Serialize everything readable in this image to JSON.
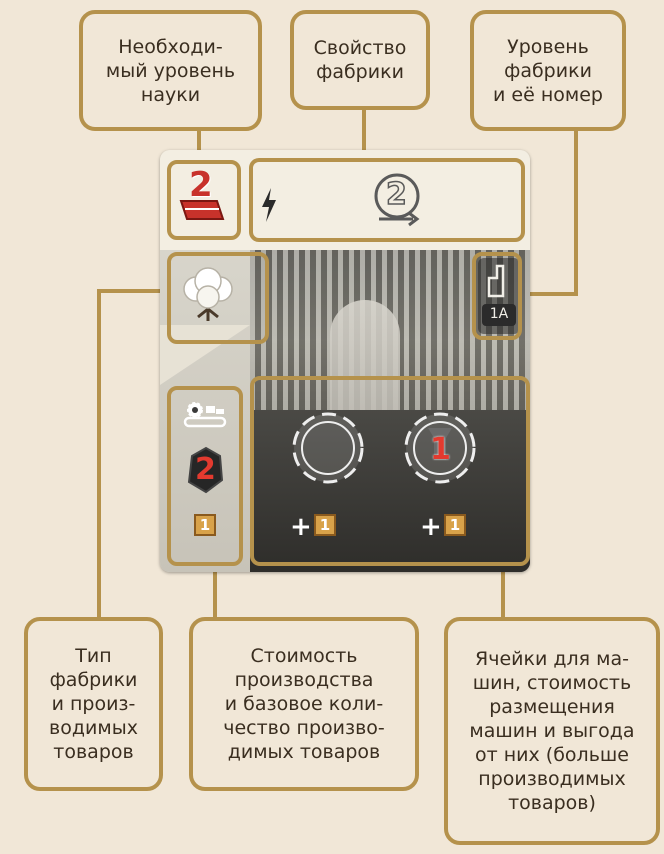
{
  "labels": {
    "science": "Необходи-\nмый уровень\nнауки",
    "property": "Свойство\nфабрики",
    "level": "Уровень\nфабрики\nи её номер",
    "type": "Тип\nфабрики\nи произ-\nводимых\nтоваров",
    "cost": "Стоимость\nпроизводства\nи базовое коли-\nчество произво-\nдимых товаров",
    "slots": "Ячейки для ма-\nшин, стоимость\nразмещения\nмашин и выгода\nот них (больше\nпроизводимых\nтоваров)"
  },
  "card": {
    "science_level": "2",
    "property_value": "2",
    "factory_id": "1A",
    "production_cost": "2",
    "base_goods": "1",
    "slot_bonus_1": "1",
    "slot_bonus_2": "1",
    "slot_machine_cost": "1",
    "plus_sign": "+"
  },
  "colors": {
    "background": "#f1e7d7",
    "frame": "#b5924c",
    "science_red": "#c8322b",
    "crate": "#d8a24a"
  },
  "icons": [
    "book-icon",
    "lightning-icon",
    "upgrade-arrow-icon",
    "cotton-icon",
    "factory-icon",
    "conveyor-icon",
    "coal-icon",
    "crate-icon",
    "gear-icon"
  ]
}
